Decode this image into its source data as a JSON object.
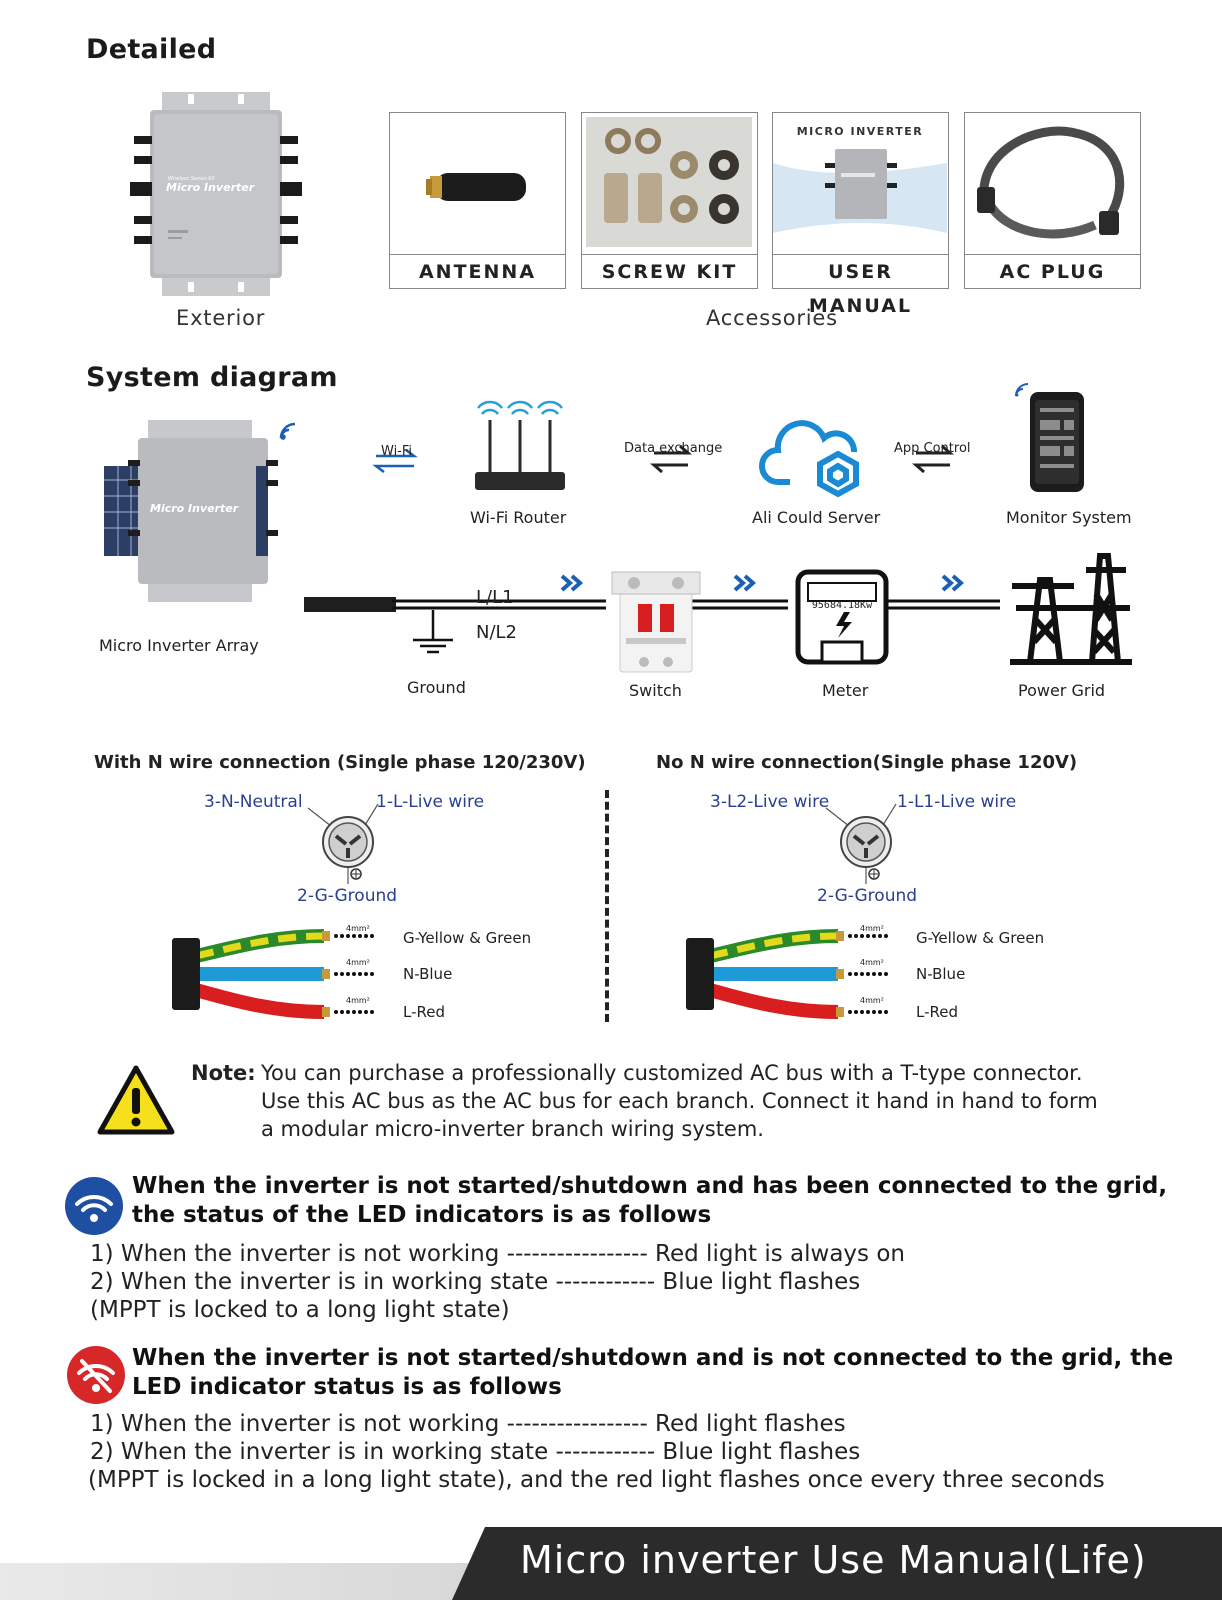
{
  "detailed": {
    "title": "Detailed",
    "exterior_caption": "Exterior",
    "accessories_caption": "Accessories",
    "exterior_label_line1": "Wireless Series-XX",
    "exterior_label_line2": "Micro Inverter",
    "accessories": [
      {
        "label": "ANTENNA"
      },
      {
        "label": "SCREW KIT"
      },
      {
        "label": "USER MANUAL",
        "header": "MICRO INVERTER"
      },
      {
        "label": "AC PLUG"
      }
    ]
  },
  "system": {
    "title": "System diagram",
    "wifi_label": "Wi-Fi",
    "router_label": "Wi-Fi Router",
    "data_exchange_label": "Data exchange",
    "cloud_label": "Ali Could Server",
    "app_control_label": "App Control",
    "monitor_label": "Monitor System",
    "array_label": "Micro Inverter Array",
    "line1_label": "L/L1",
    "line2_label": "N/L2",
    "ground_label": "Ground",
    "switch_label": "Switch",
    "meter_label": "Meter",
    "meter_reading": "95684.18Kw",
    "grid_label": "Power Grid"
  },
  "connections": {
    "left": {
      "title": "With N wire connection (Single phase 120/230V)",
      "pin_left": "3-N-Neutral",
      "pin_right": "1-L-Live wire",
      "pin_bottom": "2-G-Ground",
      "wires": [
        {
          "size": "4mm²",
          "label": "G-Yellow & Green"
        },
        {
          "size": "4mm²",
          "label": "N-Blue"
        },
        {
          "size": "4mm²",
          "label": "L-Red"
        }
      ]
    },
    "right": {
      "title": "No N wire connection(Single phase 120V)",
      "pin_left": "3-L2-Live wire",
      "pin_right": "1-L1-Live wire",
      "pin_bottom": "2-G-Ground",
      "wires": [
        {
          "size": "4mm²",
          "label": "G-Yellow & Green"
        },
        {
          "size": "4mm²",
          "label": "N-Blue"
        },
        {
          "size": "4mm²",
          "label": "L-Red"
        }
      ]
    }
  },
  "note": {
    "prefix": "Note:",
    "line1": "You can purchase a professionally customized AC bus with a T-type connector.",
    "line2": "Use this AC bus as the AC bus for each branch. Connect it hand in hand to form",
    "line3": "a modular micro-inverter branch wiring system."
  },
  "led_grid": {
    "heading_line1": "When the inverter is not started/shutdown and has been connected to the grid,",
    "heading_line2": "the status of the LED indicators is as follows",
    "item1": "1) When the inverter is not working ----------------- Red light is always on",
    "item2": "2) When the inverter is in working state ------------ Blue light flashes",
    "item3": " (MPPT is locked to a long light state)"
  },
  "led_nogrid": {
    "heading_line1": "When the inverter is not started/shutdown and is not connected to the grid, the",
    "heading_line2": "LED indicator status is as follows",
    "item1": "1) When the inverter is not working ----------------- Red light flashes",
    "item2": "2) When the inverter is in working state ------------ Blue light flashes",
    "item3": "(MPPT is locked in a long light state), and the red light flashes once every three seconds"
  },
  "footer": {
    "title": "Micro inverter Use Manual(Life)"
  },
  "colors": {
    "accent_blue": "#1a5fb4",
    "wifi_blue": "#1f4fa3",
    "alert_red": "#d62828",
    "footer_dark": "#2b2b2b"
  }
}
